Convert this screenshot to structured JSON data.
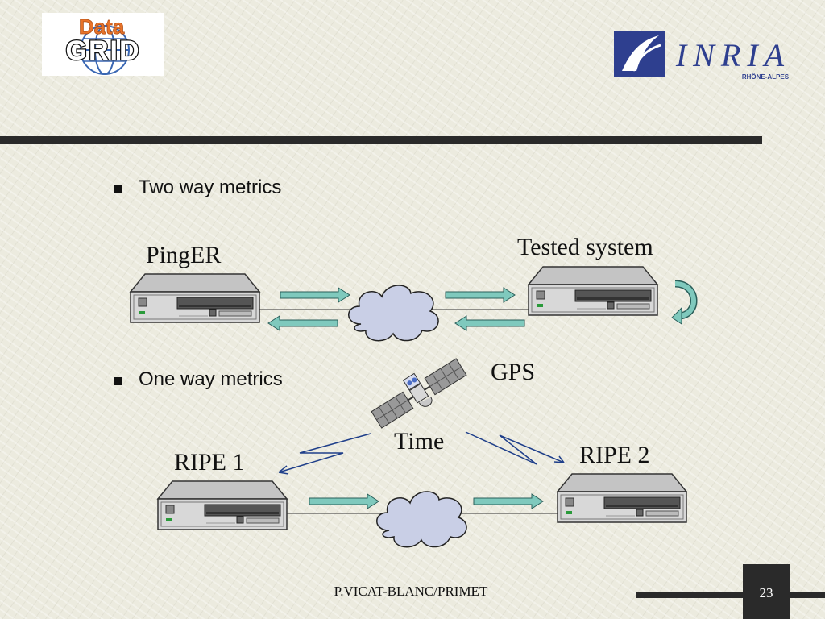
{
  "logos": {
    "datagrid_word1": "Data",
    "datagrid_word2": "GRID",
    "inria_text": "INRIA",
    "inria_sub": "RHÔNE-ALPES"
  },
  "bullets": [
    {
      "text": "Two way metrics"
    },
    {
      "text": "One way metrics"
    }
  ],
  "diagram": {
    "pinger_label": "PingER",
    "tested_label": "Tested system",
    "gps_label": "GPS",
    "time_label": "Time",
    "ripe1_label": "RIPE 1",
    "ripe2_label": "RIPE 2"
  },
  "footer": {
    "author": "P.VICAT-BLANC/PRIMET",
    "page": "23"
  },
  "colors": {
    "arrow_fill": "#7fc9bd",
    "cloud_fill": "#c9cfe6",
    "server_body": "#d6d6d6",
    "rule": "#2a2a2a"
  }
}
